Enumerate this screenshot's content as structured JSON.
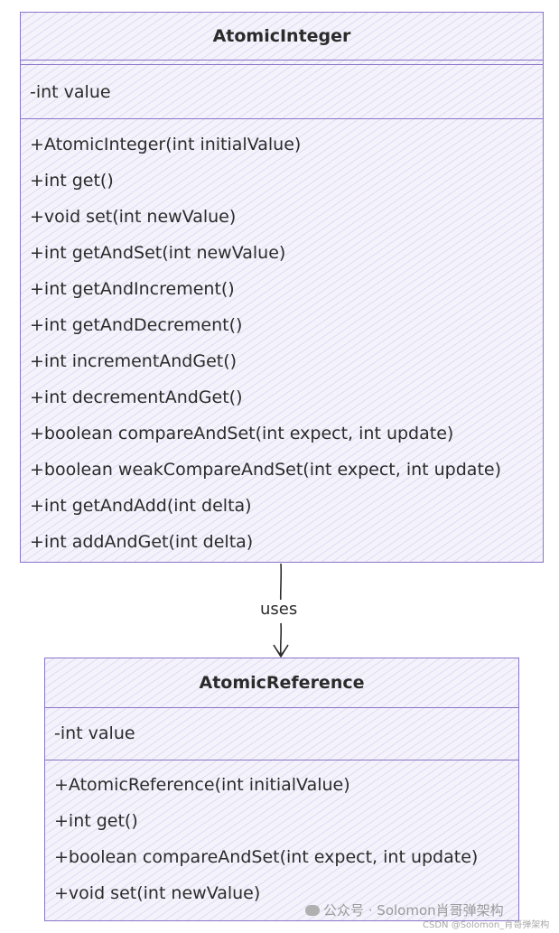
{
  "classes": [
    {
      "name": "AtomicInteger",
      "attributes": [
        "-int value"
      ],
      "methods": [
        "+AtomicInteger(int initialValue)",
        "+int get()",
        "+void set(int newValue)",
        "+int getAndSet(int newValue)",
        "+int getAndIncrement()",
        "+int getAndDecrement()",
        "+int incrementAndGet()",
        "+int decrementAndGet()",
        "+boolean compareAndSet(int expect, int update)",
        "+boolean weakCompareAndSet(int expect, int update)",
        "+int getAndAdd(int delta)",
        "+int addAndGet(int delta)"
      ]
    },
    {
      "name": "AtomicReference",
      "attributes": [
        "-int value"
      ],
      "methods": [
        "+AtomicReference(int initialValue)",
        "+int get()",
        "+boolean compareAndSet(int expect, int update)",
        "+void set(int newValue)"
      ]
    }
  ],
  "relation": {
    "from": "AtomicInteger",
    "to": "AtomicReference",
    "label": "uses"
  },
  "watermark": {
    "main": "公众号 · Solomon肖哥弹架构",
    "sub": "CSDN @Solomon_肖哥弹架构"
  },
  "colors": {
    "border": "#8a76c8",
    "fill": "#f4f2fb",
    "text": "#2b2b2b"
  }
}
